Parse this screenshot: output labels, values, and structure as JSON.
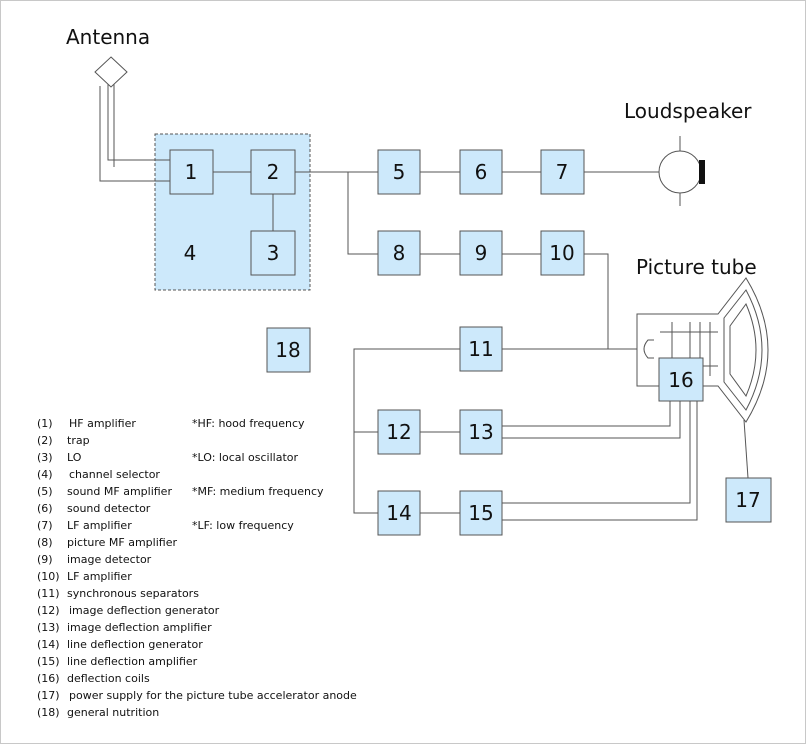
{
  "labels": {
    "antenna": "Antenna",
    "loudspeaker": "Loudspeaker",
    "picture_tube": "Picture tube"
  },
  "blocks": {
    "b1": "1",
    "b2": "2",
    "b3": "3",
    "b4": "4",
    "b5": "5",
    "b6": "6",
    "b7": "7",
    "b8": "8",
    "b9": "9",
    "b10": "10",
    "b11": "11",
    "b12": "12",
    "b13": "13",
    "b14": "14",
    "b15": "15",
    "b16": "16",
    "b17": "17",
    "b18": "18"
  },
  "legend": [
    {
      "num": "(1)",
      "text": "HF amplifier"
    },
    {
      "num": "(2)",
      "text": "trap"
    },
    {
      "num": "(3)",
      "text": "LO"
    },
    {
      "num": "(4)",
      "text": "channel selector"
    },
    {
      "num": "(5)",
      "text": "sound MF amplifier"
    },
    {
      "num": "(6)",
      "text": "sound detector"
    },
    {
      "num": "(7)",
      "text": "LF amplifier"
    },
    {
      "num": "(8)",
      "text": "picture MF amplifier"
    },
    {
      "num": "(9)",
      "text": "image detector"
    },
    {
      "num": "(10)",
      "text": "LF amplifier"
    },
    {
      "num": "(11)",
      "text": "synchronous separators"
    },
    {
      "num": "(12)",
      "text": "image deflection generator"
    },
    {
      "num": "(13)",
      "text": "image deflection amplifier"
    },
    {
      "num": "(14)",
      "text": "line deflection generator"
    },
    {
      "num": "(15)",
      "text": "line deflection amplifier"
    },
    {
      "num": "(16)",
      "text": "deflection coils"
    },
    {
      "num": "(17)",
      "text": "power supply for the picture tube accelerator anode"
    },
    {
      "num": "(18)",
      "text": "general nutrition"
    }
  ],
  "abbreviations": [
    "*HF: hood frequency",
    "*LO: local oscillator",
    "*MF: medium frequency",
    "*LF: low frequency"
  ],
  "colors": {
    "block_fill": "#cde9fb",
    "line": "#555555",
    "speaker_magnet": "#111111"
  }
}
